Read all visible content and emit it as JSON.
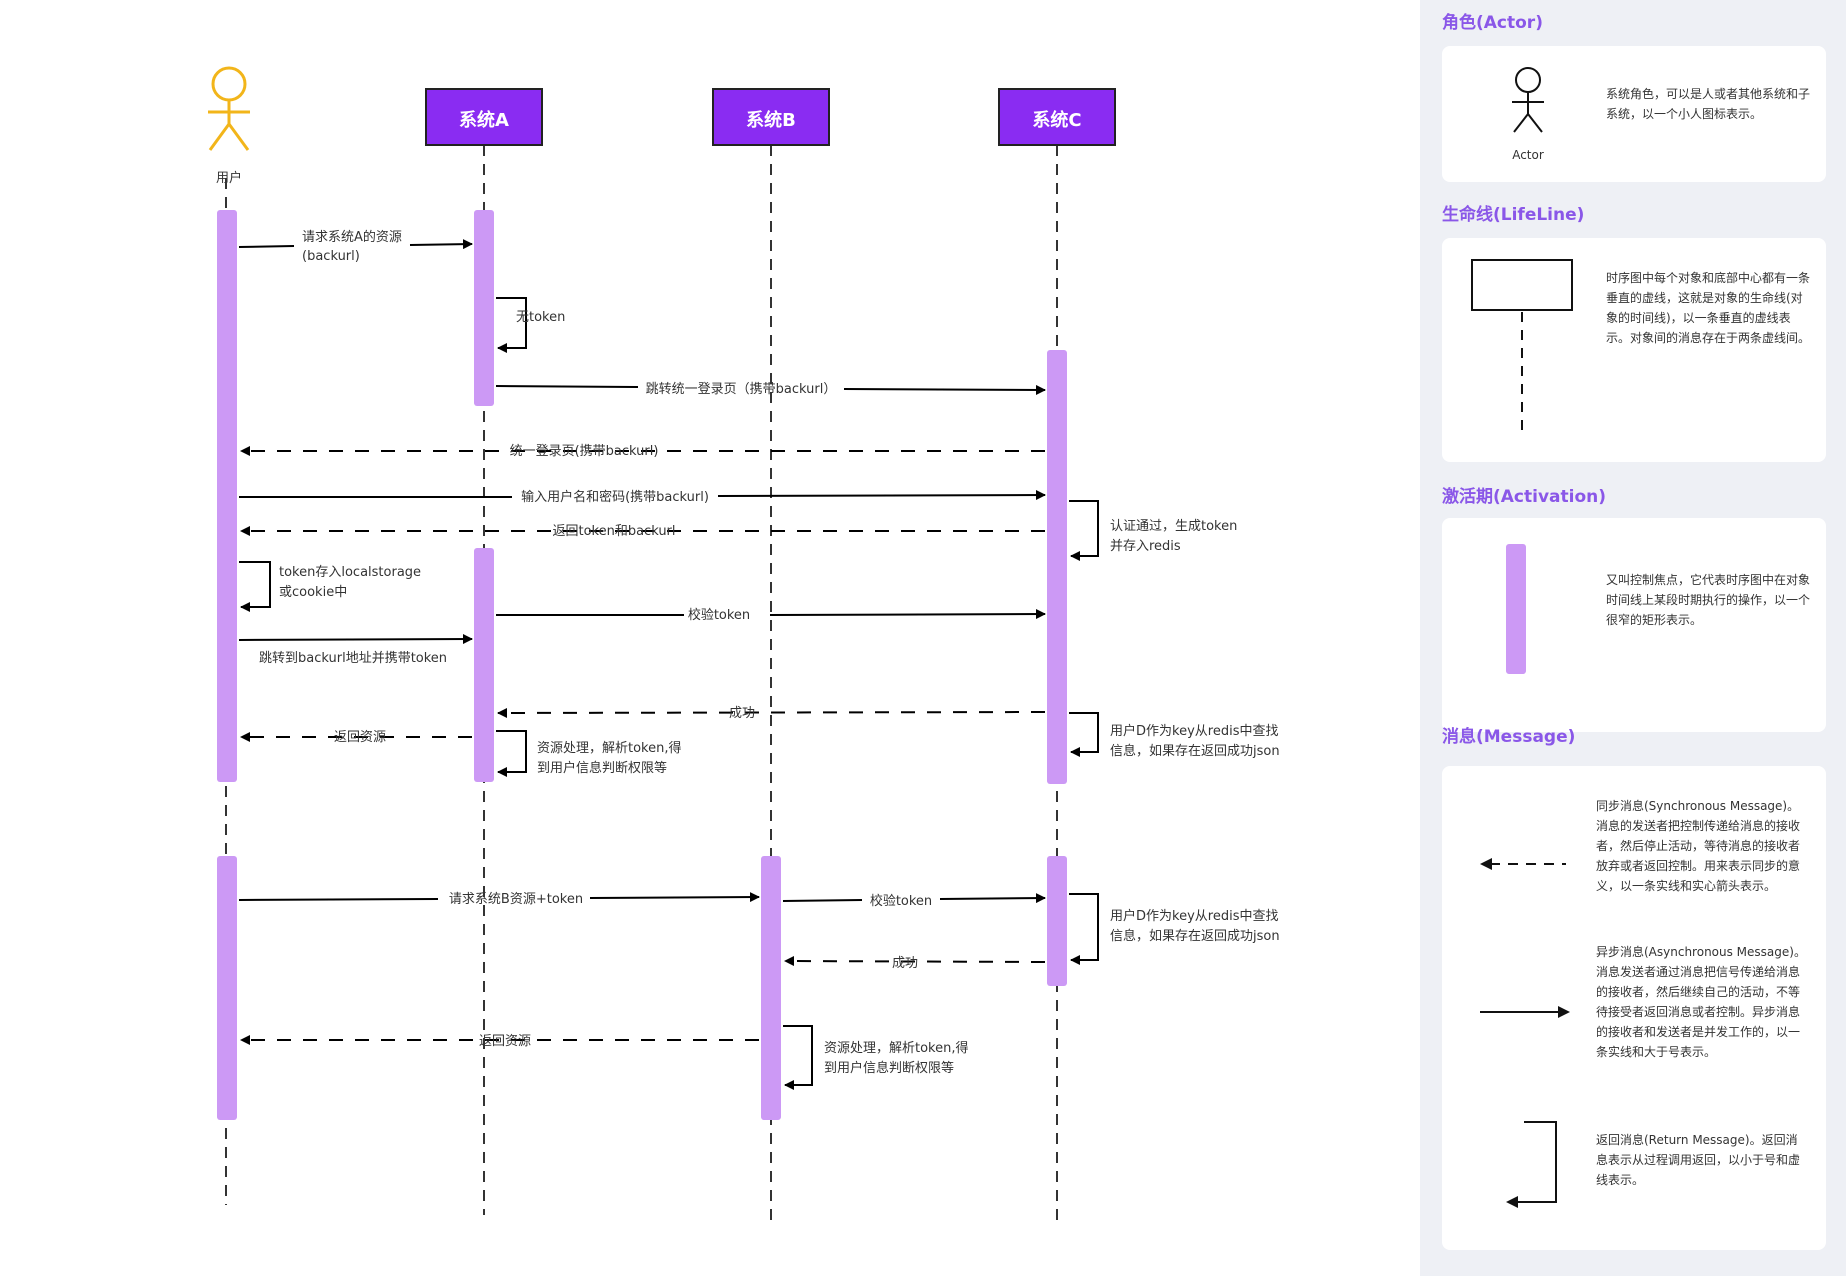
{
  "participants": {
    "user": "用户",
    "a": "系统A",
    "b": "系统B",
    "c": "系统C"
  },
  "messages": {
    "m1a": "请求系统A的资源",
    "m1b": "(backurl)",
    "m2": "无token",
    "m3": "跳转统一登录页（携带backurl）",
    "m4": "统一登录页(携带backurl)",
    "m5": "输入用户名和密码(携带backurl)",
    "m6a": "认证通过，生成token",
    "m6b": "并存入redis",
    "m7": "返回token和backurl",
    "m8a": "token存入localstorage",
    "m8b": "或cookie中",
    "m9": "校验token",
    "m10": "跳转到backurl地址并携带token",
    "m11": "成功",
    "m12a": "用户D作为key从redis中查找",
    "m12b": "信息，如果存在返回成功json",
    "m13": "返回资源",
    "m14a": "资源处理，解析token,得",
    "m14b": "到用户信息判断权限等",
    "m15": "请求系统B资源+token",
    "m16": "校验token",
    "m17a": "用户D作为key从redis中查找",
    "m17b": "信息，如果存在返回成功json",
    "m18": "成功",
    "m19": "返回资源",
    "m20a": "资源处理，解析token,得",
    "m20b": "到用户信息判断权限等"
  },
  "legend": {
    "actor": {
      "title": "角色(Actor)",
      "caption": "Actor",
      "desc": "系统角色，可以是人或者其他系统和子系统，以一个小人图标表示。"
    },
    "lifeline": {
      "title": "生命线(LifeLine)",
      "desc": "时序图中每个对象和底部中心都有一条垂直的虚线，这就是对象的生命线(对象的时间线)，以一条垂直的虚线表示。对象间的消息存在于两条虚线间。"
    },
    "activation": {
      "title": "激活期(Activation)",
      "desc": "又叫控制焦点，它代表时序图中在对象时间线上某段时期执行的操作，以一个很窄的矩形表示。"
    },
    "message": {
      "title": "消息(Message)",
      "sync": "同步消息(Synchronous Message)。消息的发送者把控制传递给消息的接收者，然后停止活动，等待消息的接收者放弃或者返回控制。用来表示同步的意义，以一条实线和实心箭头表示。",
      "async": "异步消息(Asynchronous Message)。消息发送者通过消息把信号传递给消息的接收者，然后继续自己的活动，不等待接受者返回消息或者控制。异步消息的接收者和发送者是并发工作的，以一条实线和大于号表示。",
      "ret": "返回消息(Return Message)。返回消息表示从过程调用返回，以小于号和虚线表示。"
    }
  },
  "colors": {
    "activation": "#cc99f5",
    "header": "#8a2cf2",
    "actor": "#f2b51a",
    "accent": "#8a57e8",
    "panel": "#eef0f5"
  }
}
